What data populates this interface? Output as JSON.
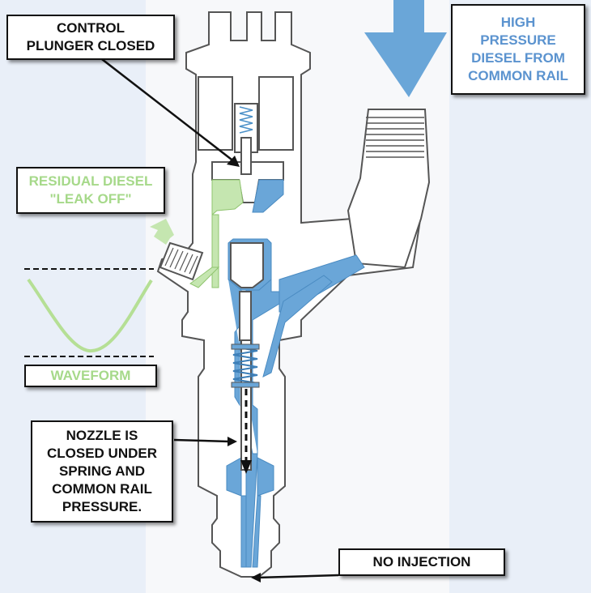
{
  "labels": {
    "control_plunger": "CONTROL\nPLUNGER CLOSED",
    "high_pressure": "HIGH\nPRESSURE\nDIESEL FROM\nCOMMON RAIL",
    "residual": "RESIDUAL DIESEL\n\"LEAK OFF\"",
    "waveform": "WAVEFORM",
    "nozzle": "NOZZLE IS\nCLOSED UNDER\nSPRING AND\nCOMMON RAIL\nPRESSURE.",
    "no_injection": "NO INJECTION"
  },
  "colors": {
    "fuel_blue": "#6aa6d8",
    "leak_green": "#c5e6b0",
    "label_green": "#a6d98a",
    "label_blue": "#5b93cf",
    "outline": "#555555",
    "background": "#e9eff8"
  }
}
